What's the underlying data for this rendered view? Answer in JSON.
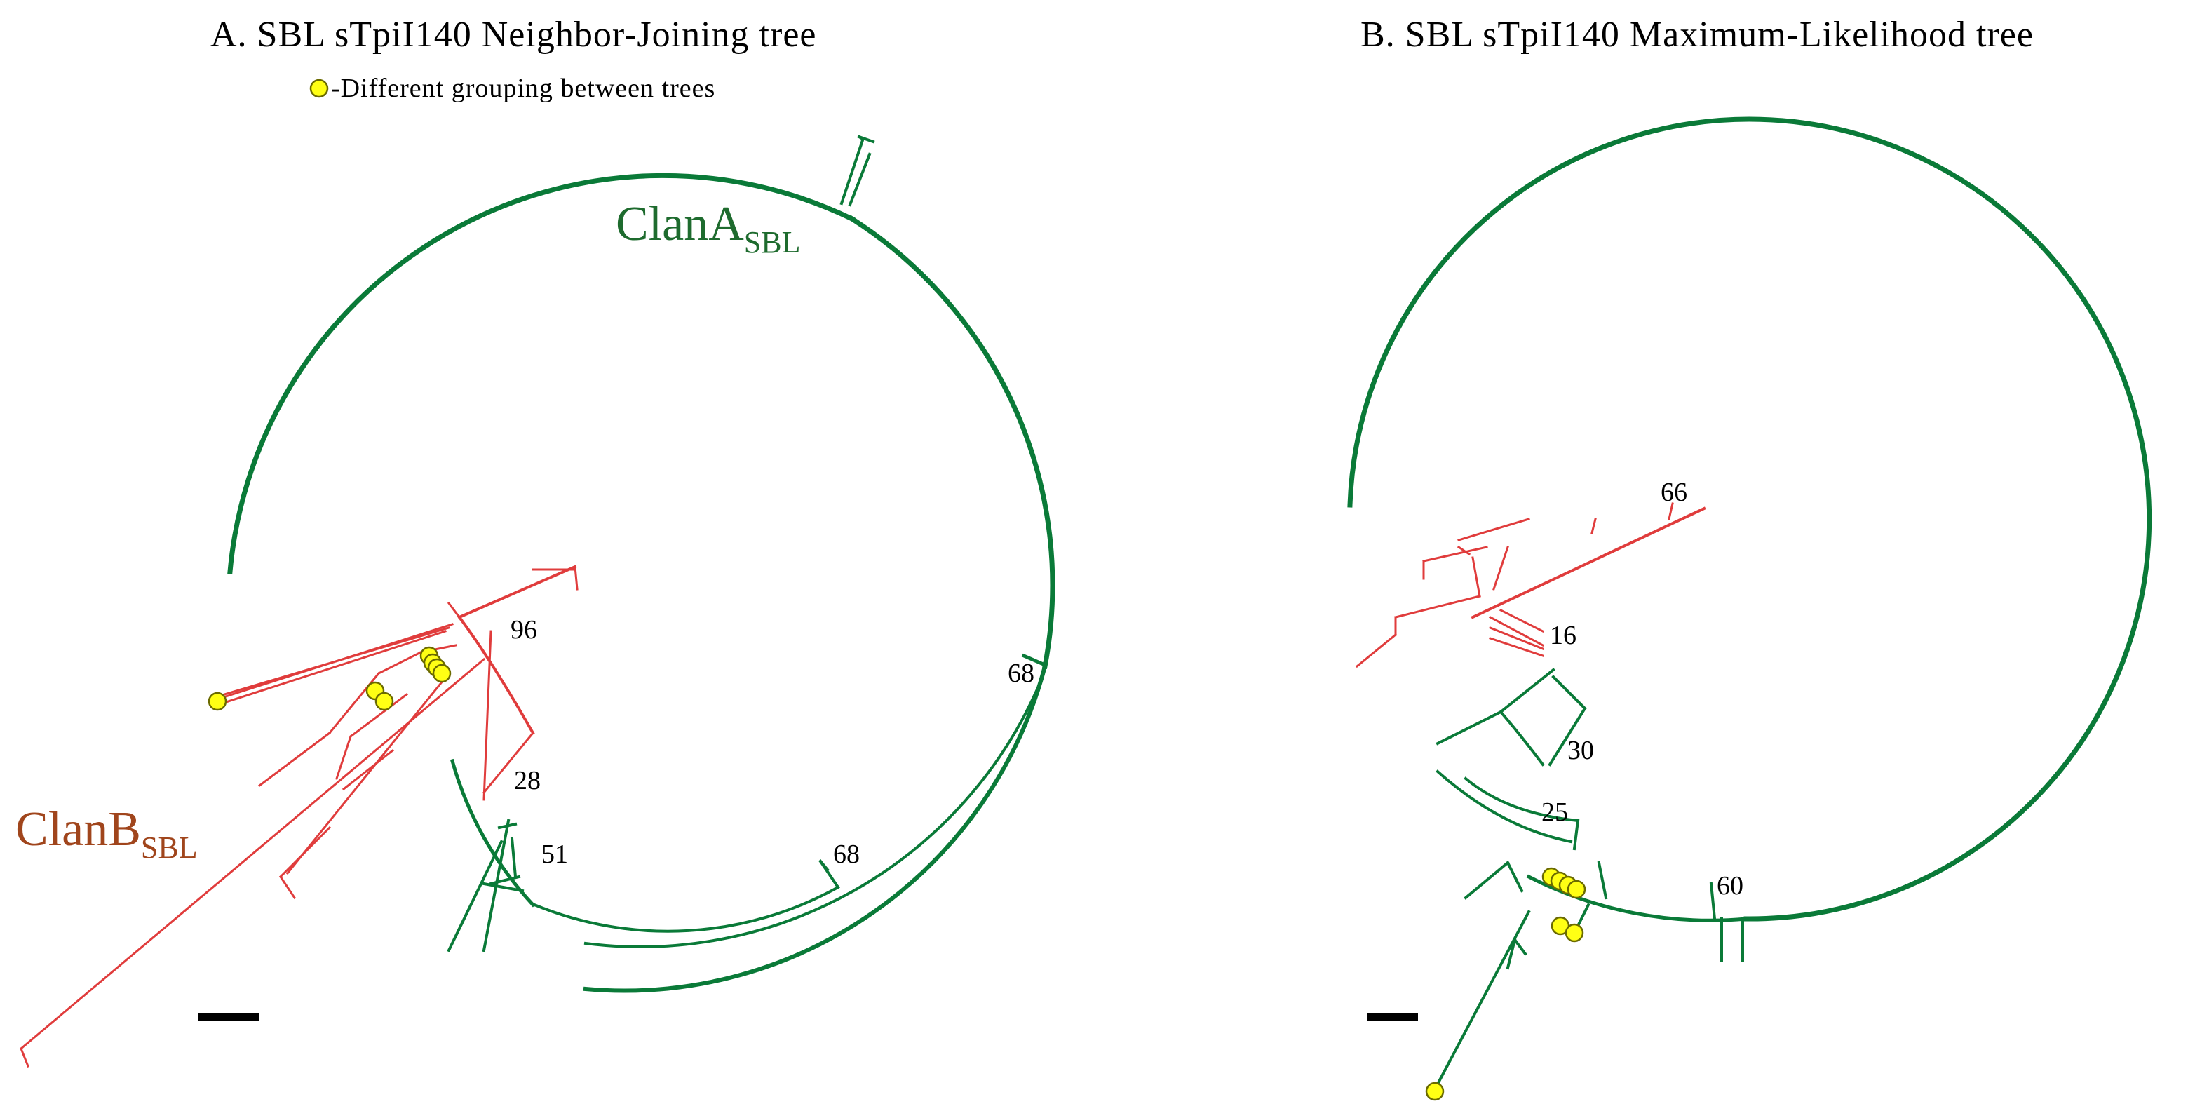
{
  "panel_a": {
    "title": "A. SBL sTpiI140 Neighbor-Joining tree",
    "legend_text": "-Different grouping between trees",
    "clan_a_label": "ClanA",
    "clan_a_sub": "SBL",
    "clan_b_label": "ClanB",
    "clan_b_sub": "SBL",
    "support_values": [
      "96",
      "68",
      "68",
      "28",
      "51"
    ]
  },
  "panel_b": {
    "title": "B. SBL sTpiI140 Maximum-Likelihood tree",
    "support_values": [
      "66",
      "16",
      "30",
      "25",
      "60"
    ]
  },
  "colors": {
    "clan_a": "#0a7a38",
    "clan_b": "#e03c3c",
    "clan_a_label": "#1e6b2e",
    "clan_b_label": "#a0451c",
    "marker": "#ffff14"
  },
  "markers": {
    "shape": "circle",
    "meaning": "Different grouping between trees"
  }
}
